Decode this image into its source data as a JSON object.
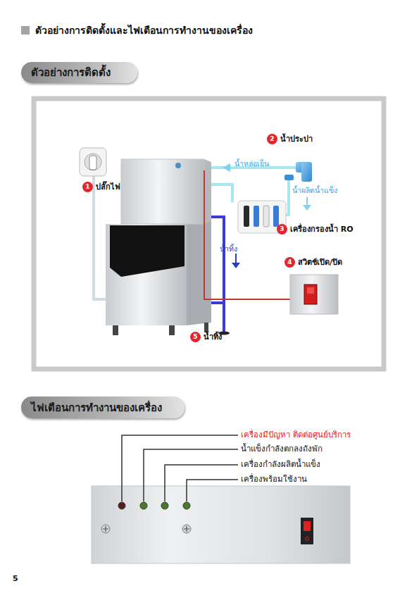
{
  "diagram": {
    "title": "ตัวอย่างการติดตั้งและไฟเตือนการทำงานของเครื่อง",
    "nodes": [
      {
        "text": [
          "ตัวอย่างการติดตั้ง"
        ]
      },
      {
        "text": [
          "2",
          "น้ำประปา"
        ]
      },
      {
        "text": [
          "1",
          "ปลั๊กไฟ"
        ]
      },
      {
        "text": [
          "3",
          "เครื่องกรองน้ำ RO"
        ]
      },
      {
        "text": [
          "4",
          "สวิตช์เปิด/ปิด"
        ]
      },
      {
        "text": [
          "5",
          "น้ำทิ้ง"
        ]
      },
      {
        "text": [
          "ไฟเตือนการทำงานของเครื่อง"
        ]
      }
    ],
    "labels": [
      "น้ำหล่อเย็น",
      "น้ำผลิตน้ำแข็ง",
      "น้ำทิ้ง",
      "เครื่องมีปัญหา ติดต่อศูนย์บริการ",
      "น้ำแข็งกำลังตกลงถังพัก",
      "เครื่องกำลังผลิตน้ำแข็ง",
      "เครื่องพร้อมใช้งาน",
      "5"
    ]
  }
}
